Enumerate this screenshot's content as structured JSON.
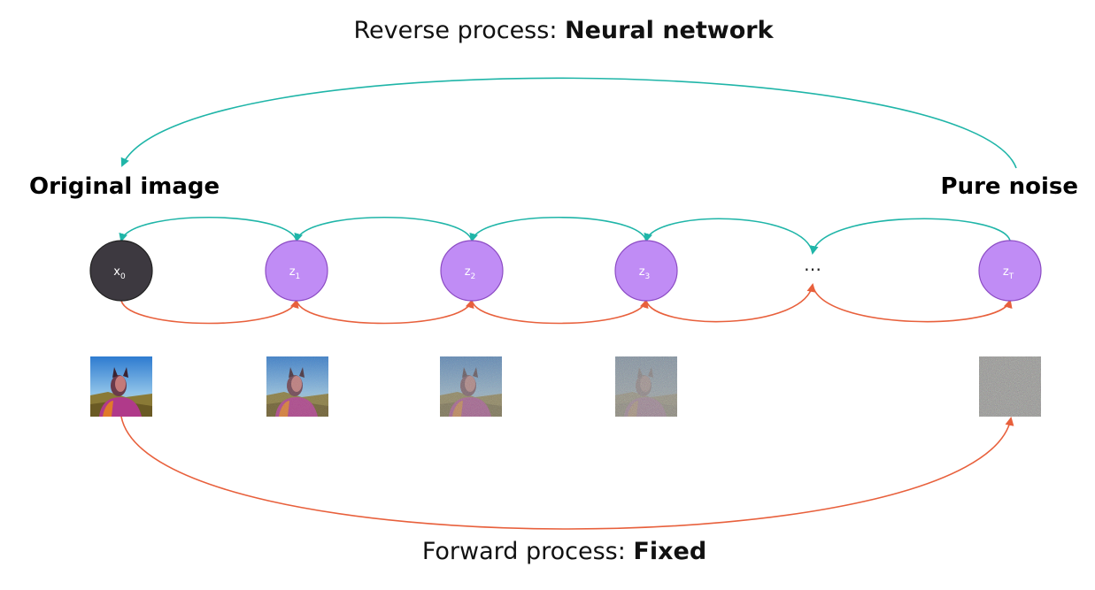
{
  "captions": {
    "reverse_prefix": "Reverse process: ",
    "reverse_bold": "Neural network",
    "forward_prefix": "Forward process: ",
    "forward_bold": "Fixed"
  },
  "labels": {
    "original": "Original image",
    "noise": "Pure noise"
  },
  "nodes": [
    {
      "base": "x",
      "sub": "0",
      "kind": "data"
    },
    {
      "base": "z",
      "sub": "1",
      "kind": "latent"
    },
    {
      "base": "z",
      "sub": "2",
      "kind": "latent"
    },
    {
      "base": "z",
      "sub": "3",
      "kind": "latent"
    },
    {
      "base": "…",
      "sub": "",
      "kind": "ellipsis"
    },
    {
      "base": "z",
      "sub": "T",
      "kind": "latent"
    }
  ],
  "thumbnails": [
    {
      "noise_level": 0.0
    },
    {
      "noise_level": 0.1
    },
    {
      "noise_level": 0.4
    },
    {
      "noise_level": 0.75
    },
    {
      "noise_level": 1.0
    }
  ],
  "colors": {
    "reverse_arrow": "#1fb5a8",
    "forward_arrow": "#e8603c",
    "data_node": "#3d3940",
    "latent_node": "#c08cf5",
    "latent_stroke": "#8c4cc4"
  }
}
